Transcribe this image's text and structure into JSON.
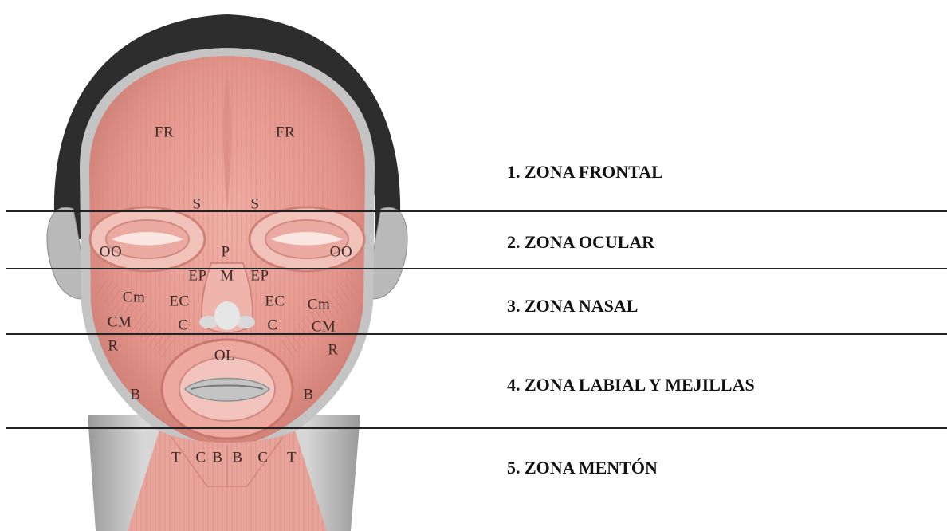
{
  "colors": {
    "hair": "#2b2b2b",
    "muscle": "#e59a90",
    "muscle_light": "#f2bfb6",
    "muscle_dark": "#c56e66",
    "skin_gray": "#b8b8b8",
    "line": "#222222",
    "label": "#3a2a2a"
  },
  "muscle_labels": [
    {
      "id": "fr-left",
      "text": "FR"
    },
    {
      "id": "fr-right",
      "text": "FR"
    },
    {
      "id": "s-left",
      "text": "S"
    },
    {
      "id": "s-right",
      "text": "S"
    },
    {
      "id": "oo-left",
      "text": "OO"
    },
    {
      "id": "p",
      "text": "P"
    },
    {
      "id": "oo-right",
      "text": "OO"
    },
    {
      "id": "ep-left",
      "text": "EP"
    },
    {
      "id": "m",
      "text": "M"
    },
    {
      "id": "ep-right",
      "text": "EP"
    },
    {
      "id": "cm-small-left",
      "text": "Cm"
    },
    {
      "id": "ec-left",
      "text": "EC"
    },
    {
      "id": "ec-right",
      "text": "EC"
    },
    {
      "id": "cm-small-right",
      "text": "Cm"
    },
    {
      "id": "cm-left",
      "text": "CM"
    },
    {
      "id": "c-left",
      "text": "C"
    },
    {
      "id": "c-right",
      "text": "C"
    },
    {
      "id": "cm-right",
      "text": "CM"
    },
    {
      "id": "r-left",
      "text": "R"
    },
    {
      "id": "ol",
      "text": "OL"
    },
    {
      "id": "r-right",
      "text": "R"
    },
    {
      "id": "b-left",
      "text": "B"
    },
    {
      "id": "b-right",
      "text": "B"
    },
    {
      "id": "t-left",
      "text": "T"
    },
    {
      "id": "c-chin-left",
      "text": "C"
    },
    {
      "id": "b-chin-left",
      "text": "B"
    },
    {
      "id": "b-chin-right",
      "text": "B"
    },
    {
      "id": "c-chin-right",
      "text": "C"
    },
    {
      "id": "t-right",
      "text": "T"
    }
  ],
  "zones": [
    {
      "id": "frontal",
      "label": "1. ZONA FRONTAL"
    },
    {
      "id": "ocular",
      "label": "2. ZONA OCULAR"
    },
    {
      "id": "nasal",
      "label": "3. ZONA NASAL"
    },
    {
      "id": "labial",
      "label": "4. ZONA LABIAL Y MEJILLAS"
    },
    {
      "id": "menton",
      "label": "5. ZONA MENTÓN"
    }
  ]
}
